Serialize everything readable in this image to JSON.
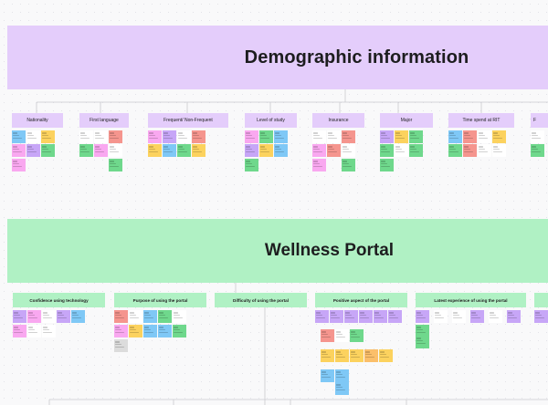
{
  "demographic": {
    "title": "Demographic information",
    "groups": [
      {
        "label": "Nationality"
      },
      {
        "label": "First language"
      },
      {
        "label": "Frequent/ Non-Frequent"
      },
      {
        "label": "Level of study"
      },
      {
        "label": "Insurance"
      },
      {
        "label": "Major"
      },
      {
        "label": "Time spend at RIT"
      },
      {
        "label": "F"
      }
    ]
  },
  "wellness": {
    "title": "Wellness Portal",
    "groups": [
      {
        "label": "Confidence using technology"
      },
      {
        "label": "Purpose of using the portal"
      },
      {
        "label": "Difficulty of using the portal"
      },
      {
        "label": "Positive aspect of the portal"
      },
      {
        "label": "Latest experience of using the portal"
      }
    ]
  },
  "colors": {
    "purple": "#e4cdfb",
    "green": "#b0f1c4",
    "note_blue": "#7fc8f6",
    "note_yellow": "#fcd25e",
    "note_pink": "#f9a8f0",
    "note_green": "#6fd88c",
    "note_red": "#f5958e",
    "note_lavender": "#c7a6f7",
    "note_orange": "#fbbf6a",
    "note_white": "#ffffff",
    "note_gray": "#dcdcdc"
  }
}
